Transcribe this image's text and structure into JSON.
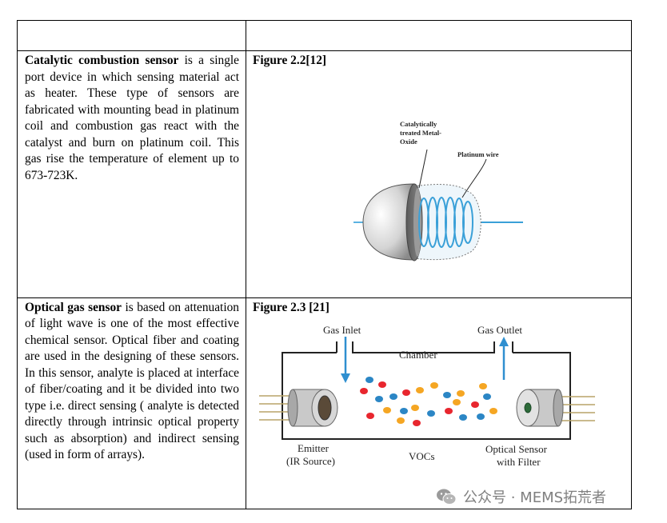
{
  "rows": [
    {
      "left": {
        "bold": "",
        "text": ""
      },
      "right": {
        "label": ""
      }
    },
    {
      "left": {
        "bold": "Catalytic combustion sensor",
        "text": " is a single port device in which sensing material act as heater. These type of sensors are fabricated with mounting bead in platinum coil and combustion gas react with the catalyst and burn on platinum coil. This gas rise the temperature of element up to 673-723K."
      },
      "right": {
        "label": "Figure 2.2[12]",
        "annotations": {
          "oxide_line1": "Catalytically",
          "oxide_line2": "treated Metal-",
          "oxide_line3": "Oxide",
          "wire": "Platinum wire"
        }
      }
    },
    {
      "left": {
        "bold": "Optical gas sensor",
        "text": " is based on attenuation of light wave is one of the most effective chemical sensor. Optical fiber and coating are used in the designing of these sensors. In this sensor, analyte is placed at interface of fiber/coating and it be divided into two type i.e. direct sensing ( analyte is detected directly through intrinsic optical property such as absorption) and indirect sensing (used in form of arrays)."
      },
      "right": {
        "label": "Figure 2.3 [21]",
        "annotations": {
          "gas_inlet": "Gas Inlet",
          "gas_outlet": "Gas Outlet",
          "chamber": "Chamber",
          "emitter_line1": "Emitter",
          "emitter_line2": "(IR Source)",
          "vocs": "VOCs",
          "sensor_line1": "Optical Sensor",
          "sensor_line2": "with Filter"
        }
      }
    }
  ],
  "colors": {
    "arrow_blue": "#2f8fd0",
    "dot_red": "#e8262e",
    "dot_blue": "#2b86c5",
    "dot_orange": "#f5a623",
    "coil_blue": "#3aa0d8"
  },
  "watermark": {
    "icon": "wechat-icon",
    "text": "公众号 · MEMS拓荒者"
  }
}
